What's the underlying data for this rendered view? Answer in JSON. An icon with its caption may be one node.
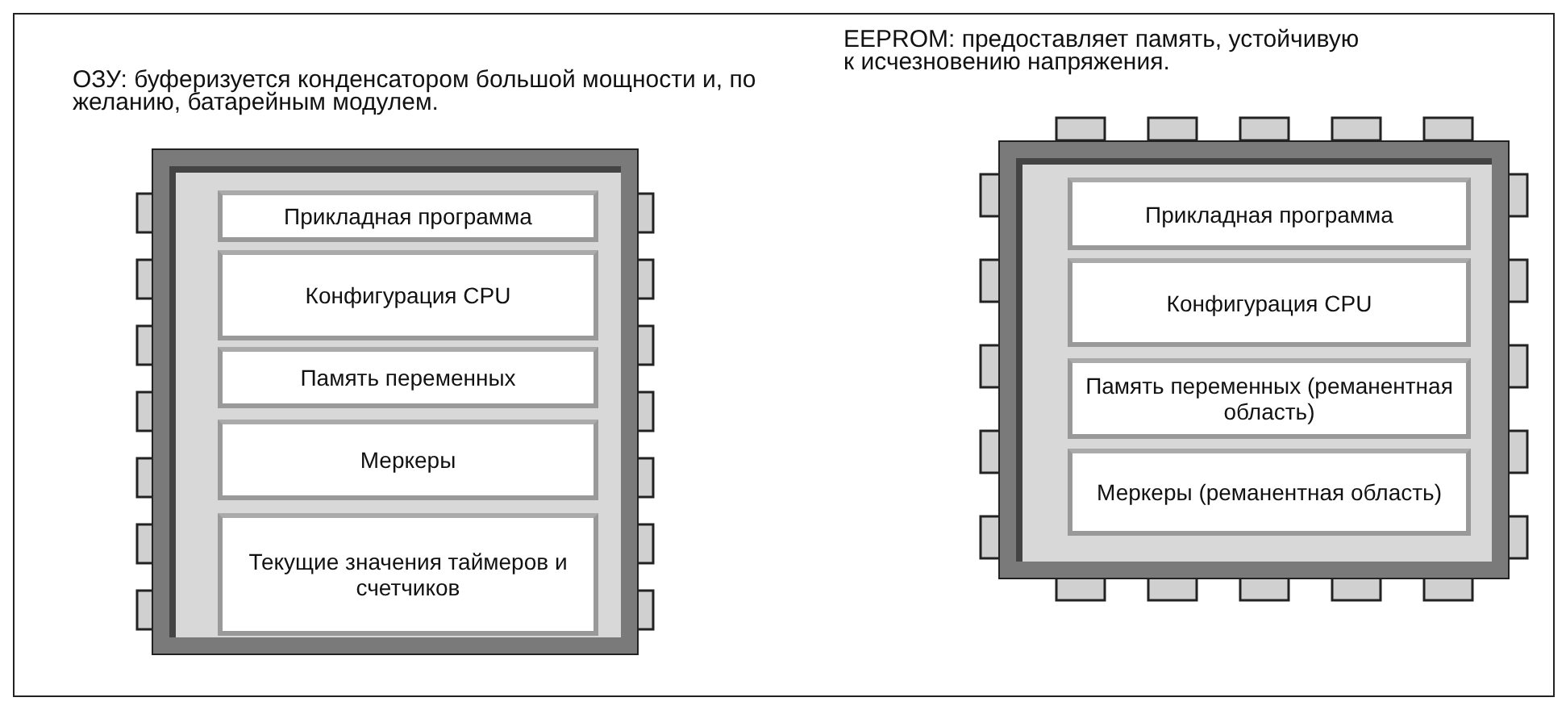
{
  "diagram": {
    "nodes": [
      {
        "text": [
          "ОЗУ: буферизуется конденсатором большой мощности и, по желанию, батарейным модулем."
        ]
      },
      {
        "text": [
          "Прикладная программа"
        ],
        "in": 0
      },
      {
        "text": [
          "Конфигурация CPU"
        ],
        "in": 0
      },
      {
        "text": [
          "Память переменных"
        ],
        "in": 0
      },
      {
        "text": [
          "Меркеры"
        ],
        "in": 0
      },
      {
        "text": [
          "Текущие значения таймеров и счетчиков"
        ],
        "in": 0
      },
      {
        "text": [
          "EEPROM: предоставляет память, устойчивую к исчезновению напряжения."
        ]
      },
      {
        "text": [
          "Прикладная программа"
        ],
        "in": 6
      },
      {
        "text": [
          "Конфигурация CPU"
        ],
        "in": 6
      },
      {
        "text": [
          "Память переменных (реманентная область)"
        ],
        "in": 6
      },
      {
        "text": [
          "Меркеры (реманентная область)"
        ],
        "in": 6
      }
    ],
    "edges": []
  }
}
